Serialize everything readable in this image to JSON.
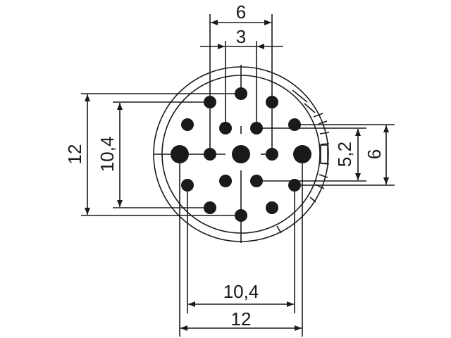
{
  "title": "Connector pin layout dimension drawing",
  "colors": {
    "ink": "#1a1a1a",
    "background": "#ffffff"
  },
  "dimensions": {
    "top_outer": "6",
    "top_inner": "3",
    "left_outer": "12",
    "left_inner": "10,4",
    "right_inner": "5,2",
    "right_outer": "6",
    "bottom_inner": "10,4",
    "bottom_outer": "12"
  },
  "pin_count": 19
}
